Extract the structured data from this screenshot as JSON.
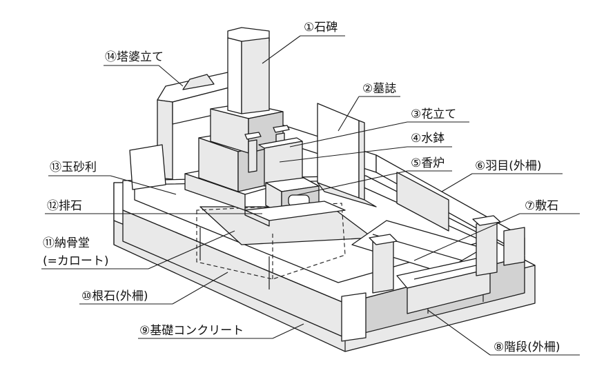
{
  "labels": {
    "p1": "①石碑",
    "p2": "②墓誌",
    "p3": "③花立て",
    "p4": "④水鉢",
    "p5": "⑤香炉",
    "p6": "⑥羽目(外柵)",
    "p7": "⑦敷石",
    "p8": "⑧階段(外柵)",
    "p9": "⑨基礎コンクリート",
    "p10": "⑩根石(外柵)",
    "p11a": "⑪納骨堂",
    "p11b": "(=カロート)",
    "p12": "⑫排石",
    "p13": "⑬玉砂利",
    "p14": "⑭塔婆立て"
  }
}
